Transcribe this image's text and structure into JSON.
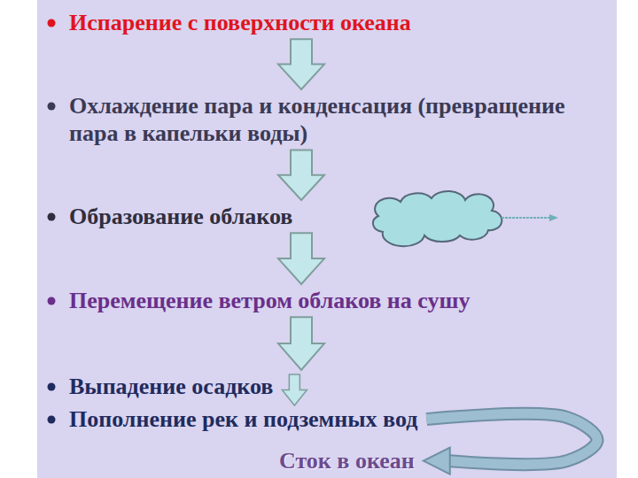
{
  "diagram": {
    "nodes": [
      {
        "text": [
          "Испарение с поверхности океана"
        ]
      },
      {
        "text": [
          "Охлаждение пара и конденсация (превращение пара в капельки воды)"
        ]
      },
      {
        "text": [
          "Образование облаков"
        ]
      },
      {
        "text": [
          "Перемещение ветром облаков на сушу"
        ]
      },
      {
        "text": [
          "Выпадение осадков"
        ]
      },
      {
        "text": [
          "Пополнение рек и подземных вод"
        ]
      },
      {
        "text": [
          "Сток в океан"
        ]
      }
    ],
    "edges": [
      {
        "from": 0,
        "to": 1,
        "arrow": "to"
      },
      {
        "from": 1,
        "to": 2,
        "arrow": "to"
      },
      {
        "from": 2,
        "to": 3,
        "arrow": "to"
      },
      {
        "from": 3,
        "to": 4,
        "arrow": "to"
      },
      {
        "from": 4,
        "to": 5,
        "arrow": "to"
      },
      {
        "from": 5,
        "to": 6,
        "arrow": "to"
      }
    ]
  }
}
